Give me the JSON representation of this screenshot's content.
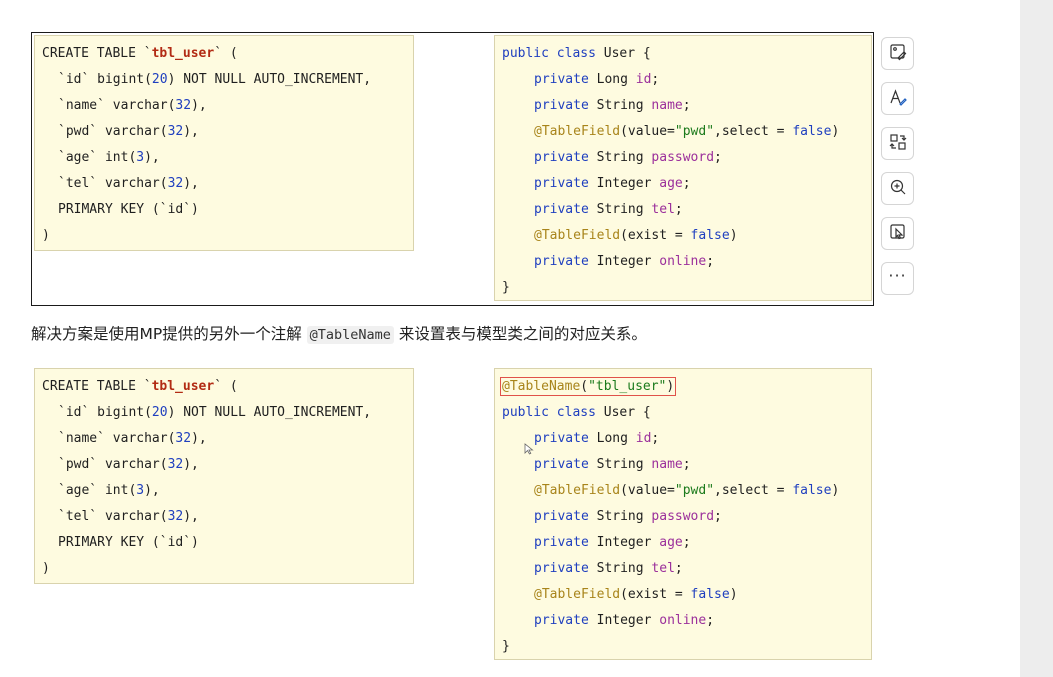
{
  "sql": {
    "lines": [
      [
        "CREATE TABLE `",
        "tbl_user",
        "` ("
      ],
      [
        "`id` bigint(",
        "20",
        ") NOT NULL AUTO_INCREMENT,"
      ],
      [
        "`name` varchar(",
        "32",
        "),"
      ],
      [
        "`pwd` varchar(",
        "32",
        "),"
      ],
      [
        "`age` int(",
        "3",
        "),"
      ],
      [
        "`tel` varchar(",
        "32",
        "),"
      ],
      [
        "PRIMARY KEY (`id`)"
      ],
      [
        ")"
      ]
    ]
  },
  "java": {
    "table_annotation": "@TableName(\"tbl_user\")",
    "class_kw": "public class",
    "class_rest": " User {",
    "priv": "private",
    "f_id_type": " Long ",
    "f_id": "id",
    "f_name_type": " String ",
    "f_name": "name",
    "ann_field": "@TableField",
    "ann1_a": "(value=",
    "ann1_str": "\"pwd\"",
    "ann1_b": ",select = ",
    "false_kw": "false",
    "close_paren": ")",
    "f_pwd_type": " String ",
    "f_pwd": "password",
    "f_age_type": " Integer ",
    "f_age": "age",
    "f_tel_type": " String ",
    "f_tel": "tel",
    "ann2_a": "(exist = ",
    "f_online_type": " Integer ",
    "f_online": "online",
    "semi": ";",
    "close_brace": "}"
  },
  "paragraph": {
    "before": "解决方案是使用MP提供的另外一个注解 ",
    "code": "@TableName",
    "after": " 来设置表与模型类之间的对应关系。"
  },
  "toolbar": {
    "icons": [
      "edit-image-icon",
      "text-format-icon",
      "convert-icon",
      "zoom-in-icon",
      "select-region-icon",
      "more-icon"
    ],
    "more_label": "···"
  },
  "colors": {
    "code_bg": "#fefbe0",
    "keyword": "#1f3fbf",
    "field": "#9b2f9b",
    "annotation": "#a8841a",
    "table_name": "#b22b14",
    "string": "#1b7a1b",
    "highlight_box": "#e0524a"
  }
}
